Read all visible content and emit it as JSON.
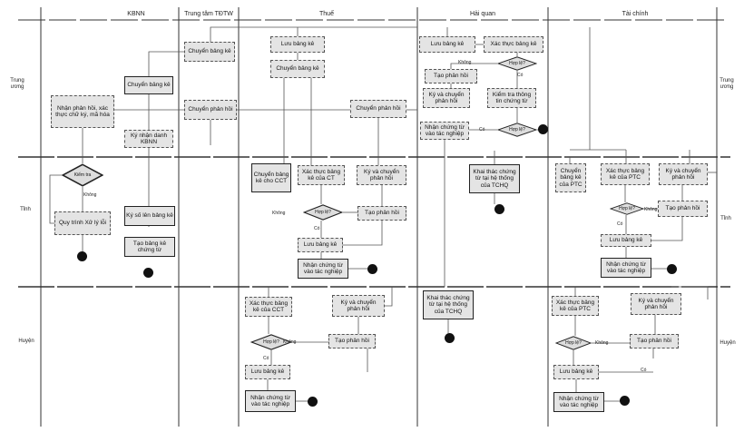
{
  "lanes": [
    "KBNN",
    "Trung tâm TĐTW",
    "Thuế",
    "Hải quan",
    "Tài chính"
  ],
  "rows": {
    "central": "Trung ương",
    "province": "Tỉnh",
    "district": "Huyện"
  },
  "edge_labels": {
    "no": "Không",
    "yes": "Có"
  },
  "nodes": {
    "ttw_transfer_list": "Chuyển bảng kê",
    "kb_transfer_list": "Chuyển bảng kê",
    "kb_receive_feedback": "Nhận phản hồi, xác thực chữ ký, mã hóa",
    "ttw_transfer_feedback": "Chuyển phản hồi",
    "kb_sign_receive": "Ký nhận danh KBNN",
    "kb_check": "Kiểm tra",
    "kb_error_process": "Quy trình Xử lý lỗi",
    "kb_sign_list": "Ký số lên bảng kê",
    "kb_create_list": "Tạo bảng kê chứng từ",
    "t_save_list": "Lưu bảng kê",
    "t_transfer_list": "Chuyển bảng kê",
    "t_transfer_feedback": "Chuyển phản hồi",
    "t_transfer_cct": "Chuyển bảng kê cho CCT",
    "t_verify_ct": "Xác thực bảng kê của CT",
    "t_sign_feedback": "Ký và chuyển phản hồi",
    "t_valid": "Hợp lệ?",
    "t_create_feedback": "Tạo phản hồi",
    "t_save_list2": "Lưu bảng kê",
    "t_receive": "Nhận chứng từ vào tác nghiệp",
    "th_verify_cct": "Xác thực bảng kê của CCT",
    "th_sign_feedback": "Ký và chuyển phản hồi",
    "th_valid": "Hợp lệ?",
    "th_create_feedback": "Tạo phản hồi",
    "th_save_list": "Lưu bảng kê",
    "th_receive": "Nhận chứng từ vào tác nghiệp",
    "hq_save_list": "Lưu bảng kê",
    "hq_verify_list": "Xác thực bảng kê",
    "hq_valid": "Hợp lệ?",
    "hq_create_feedback": "Tạo phản hồi",
    "hq_sign_feedback": "Ký và chuyển phản hồi",
    "hq_check_info": "Kiểm tra thông tin chứng từ",
    "hq_receive": "Nhận chứng từ vào tác nghiệp",
    "hq_ok": "Hợp lệ?",
    "hq_exploit_prov": "Khai thác chứng từ tại hệ thống của TCHQ",
    "hq_exploit_dist": "Khai thác chứng từ tại hệ thống của TCHQ",
    "tc_transfer_ptc": "Chuyển bảng kê của PTC",
    "tc_verify_ptc": "Xác thực bảng kê của PTC",
    "tc_sign_feedback": "Ký và chuyển phản hồi",
    "tc_valid": "Hợp lệ?",
    "tc_create_feedback": "Tạo phản hồi",
    "tc_save_list": "Lưu bảng kê",
    "tc_receive": "Nhận chứng từ vào tác nghiệp",
    "tch_verify_ptc": "Xác thực bảng kê của PTC",
    "tch_sign_feedback": "Ký và chuyển phản hồi",
    "tch_valid": "Hợp lệ?",
    "tch_create_feedback": "Tạo phản hồi",
    "tch_save_list": "Lưu bảng kê",
    "tch_receive": "Nhận chứng từ vào tác nghiệp"
  }
}
